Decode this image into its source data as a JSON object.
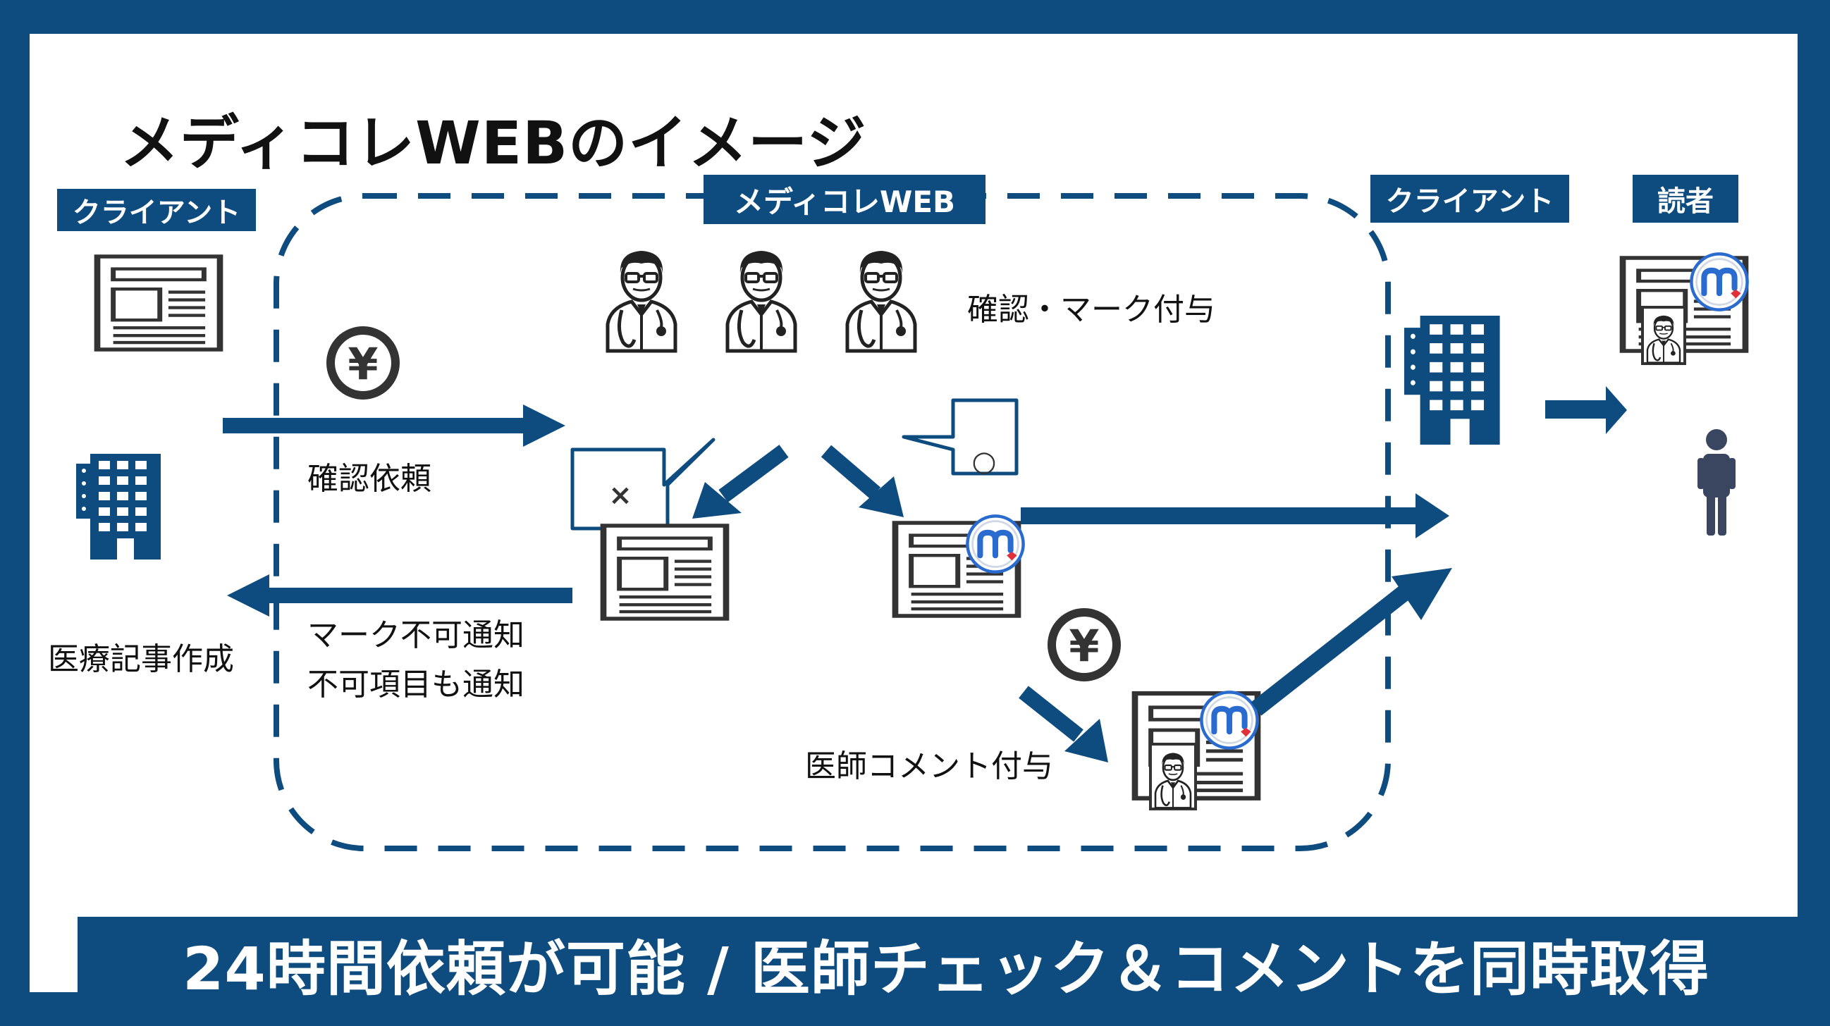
{
  "title": "メディコレWEBのイメージ",
  "tags": {
    "client_left": "クライアント",
    "service": "メディコレWEB",
    "client_right": "クライアント",
    "reader": "読者"
  },
  "labels": {
    "confirm_mark": "確認・マーク付与",
    "confirm_request": "確認依頼",
    "medical_article": "医療記事作成",
    "mark_not_possible": "マーク不可通知",
    "items_not_possible": "不可項目も通知",
    "doctor_comment": "医師コメント付与"
  },
  "icons": {
    "yen_symbol": "¥",
    "reject_mark": "×",
    "approve_mark": "○",
    "logo_letter": "m"
  },
  "banner": "24時間依頼が可能 / 医師チェック＆コメントを同時取得",
  "colors": {
    "navy": "#0e4c80",
    "dark": "#333333",
    "slate": "#3a4660",
    "logo_blue": "#2a6bd0",
    "logo_red": "#e0303a"
  }
}
